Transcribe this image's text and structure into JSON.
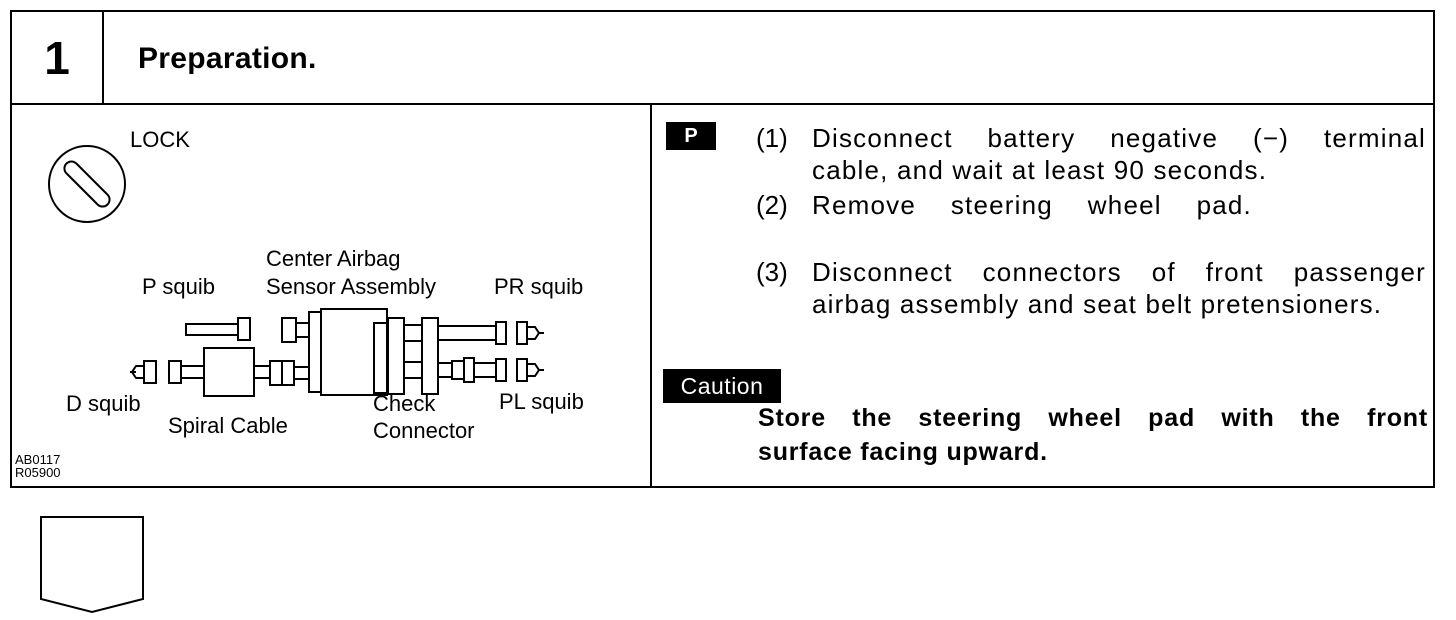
{
  "step": {
    "number": "1",
    "title": "Preparation."
  },
  "figure": {
    "lock_label": "LOCK",
    "labels": {
      "center_airbag_1": "Center Airbag",
      "center_airbag_2": "Sensor Assembly",
      "p_squib": "P squib",
      "pr_squib": "PR squib",
      "d_squib": "D squib",
      "pl_squib": "PL squib",
      "spiral_cable": "Spiral Cable",
      "check_1": "Check",
      "check_2": "Connector"
    },
    "codes": [
      "AB0117",
      "R05900"
    ]
  },
  "instructions": {
    "badge": "P",
    "steps": [
      {
        "num": "(1)",
        "lines": [
          "Disconnect battery negative (−) terminal",
          "cable, and wait at least 90 seconds."
        ]
      },
      {
        "num": "(2)",
        "lines": [
          "Remove steering wheel pad."
        ]
      },
      {
        "num": "(3)",
        "lines": [
          "Disconnect connectors of front passenger",
          "airbag assembly and seat belt pretensioners."
        ]
      }
    ]
  },
  "caution": {
    "label": "Caution",
    "lines": [
      "Store the steering wheel pad with the front",
      "surface facing upward."
    ]
  }
}
